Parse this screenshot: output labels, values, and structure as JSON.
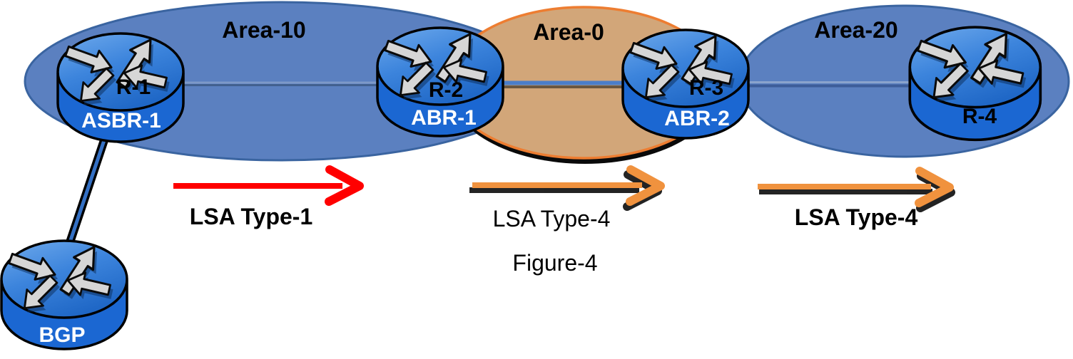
{
  "figure_caption": "Figure-4",
  "areas": [
    {
      "label": "Area-10",
      "fill": "#5B80C0",
      "border": "#3A64A0"
    },
    {
      "label": "Area-0",
      "fill": "#D2A679",
      "border": "#ED7D31"
    },
    {
      "label": "Area-20",
      "fill": "#5B80C0",
      "border": "#3A64A0"
    }
  ],
  "routers": [
    {
      "id": "r1",
      "top_label": "R-1",
      "body_label": "ASBR-1"
    },
    {
      "id": "r2",
      "top_label": "R-2",
      "body_label": "ABR-1"
    },
    {
      "id": "r3",
      "top_label": "R-3",
      "body_label": "ABR-2"
    },
    {
      "id": "r4",
      "top_label": "",
      "body_label": "R-4"
    },
    {
      "id": "bgp",
      "top_label": "",
      "body_label": "BGP"
    }
  ],
  "lsa_arrows": [
    {
      "label": "LSA Type-1",
      "color": "#FF0000"
    },
    {
      "label": "LSA Type-4",
      "color": "#F0923E"
    },
    {
      "label": "LSA Type-4",
      "color": "#F0923E"
    }
  ]
}
